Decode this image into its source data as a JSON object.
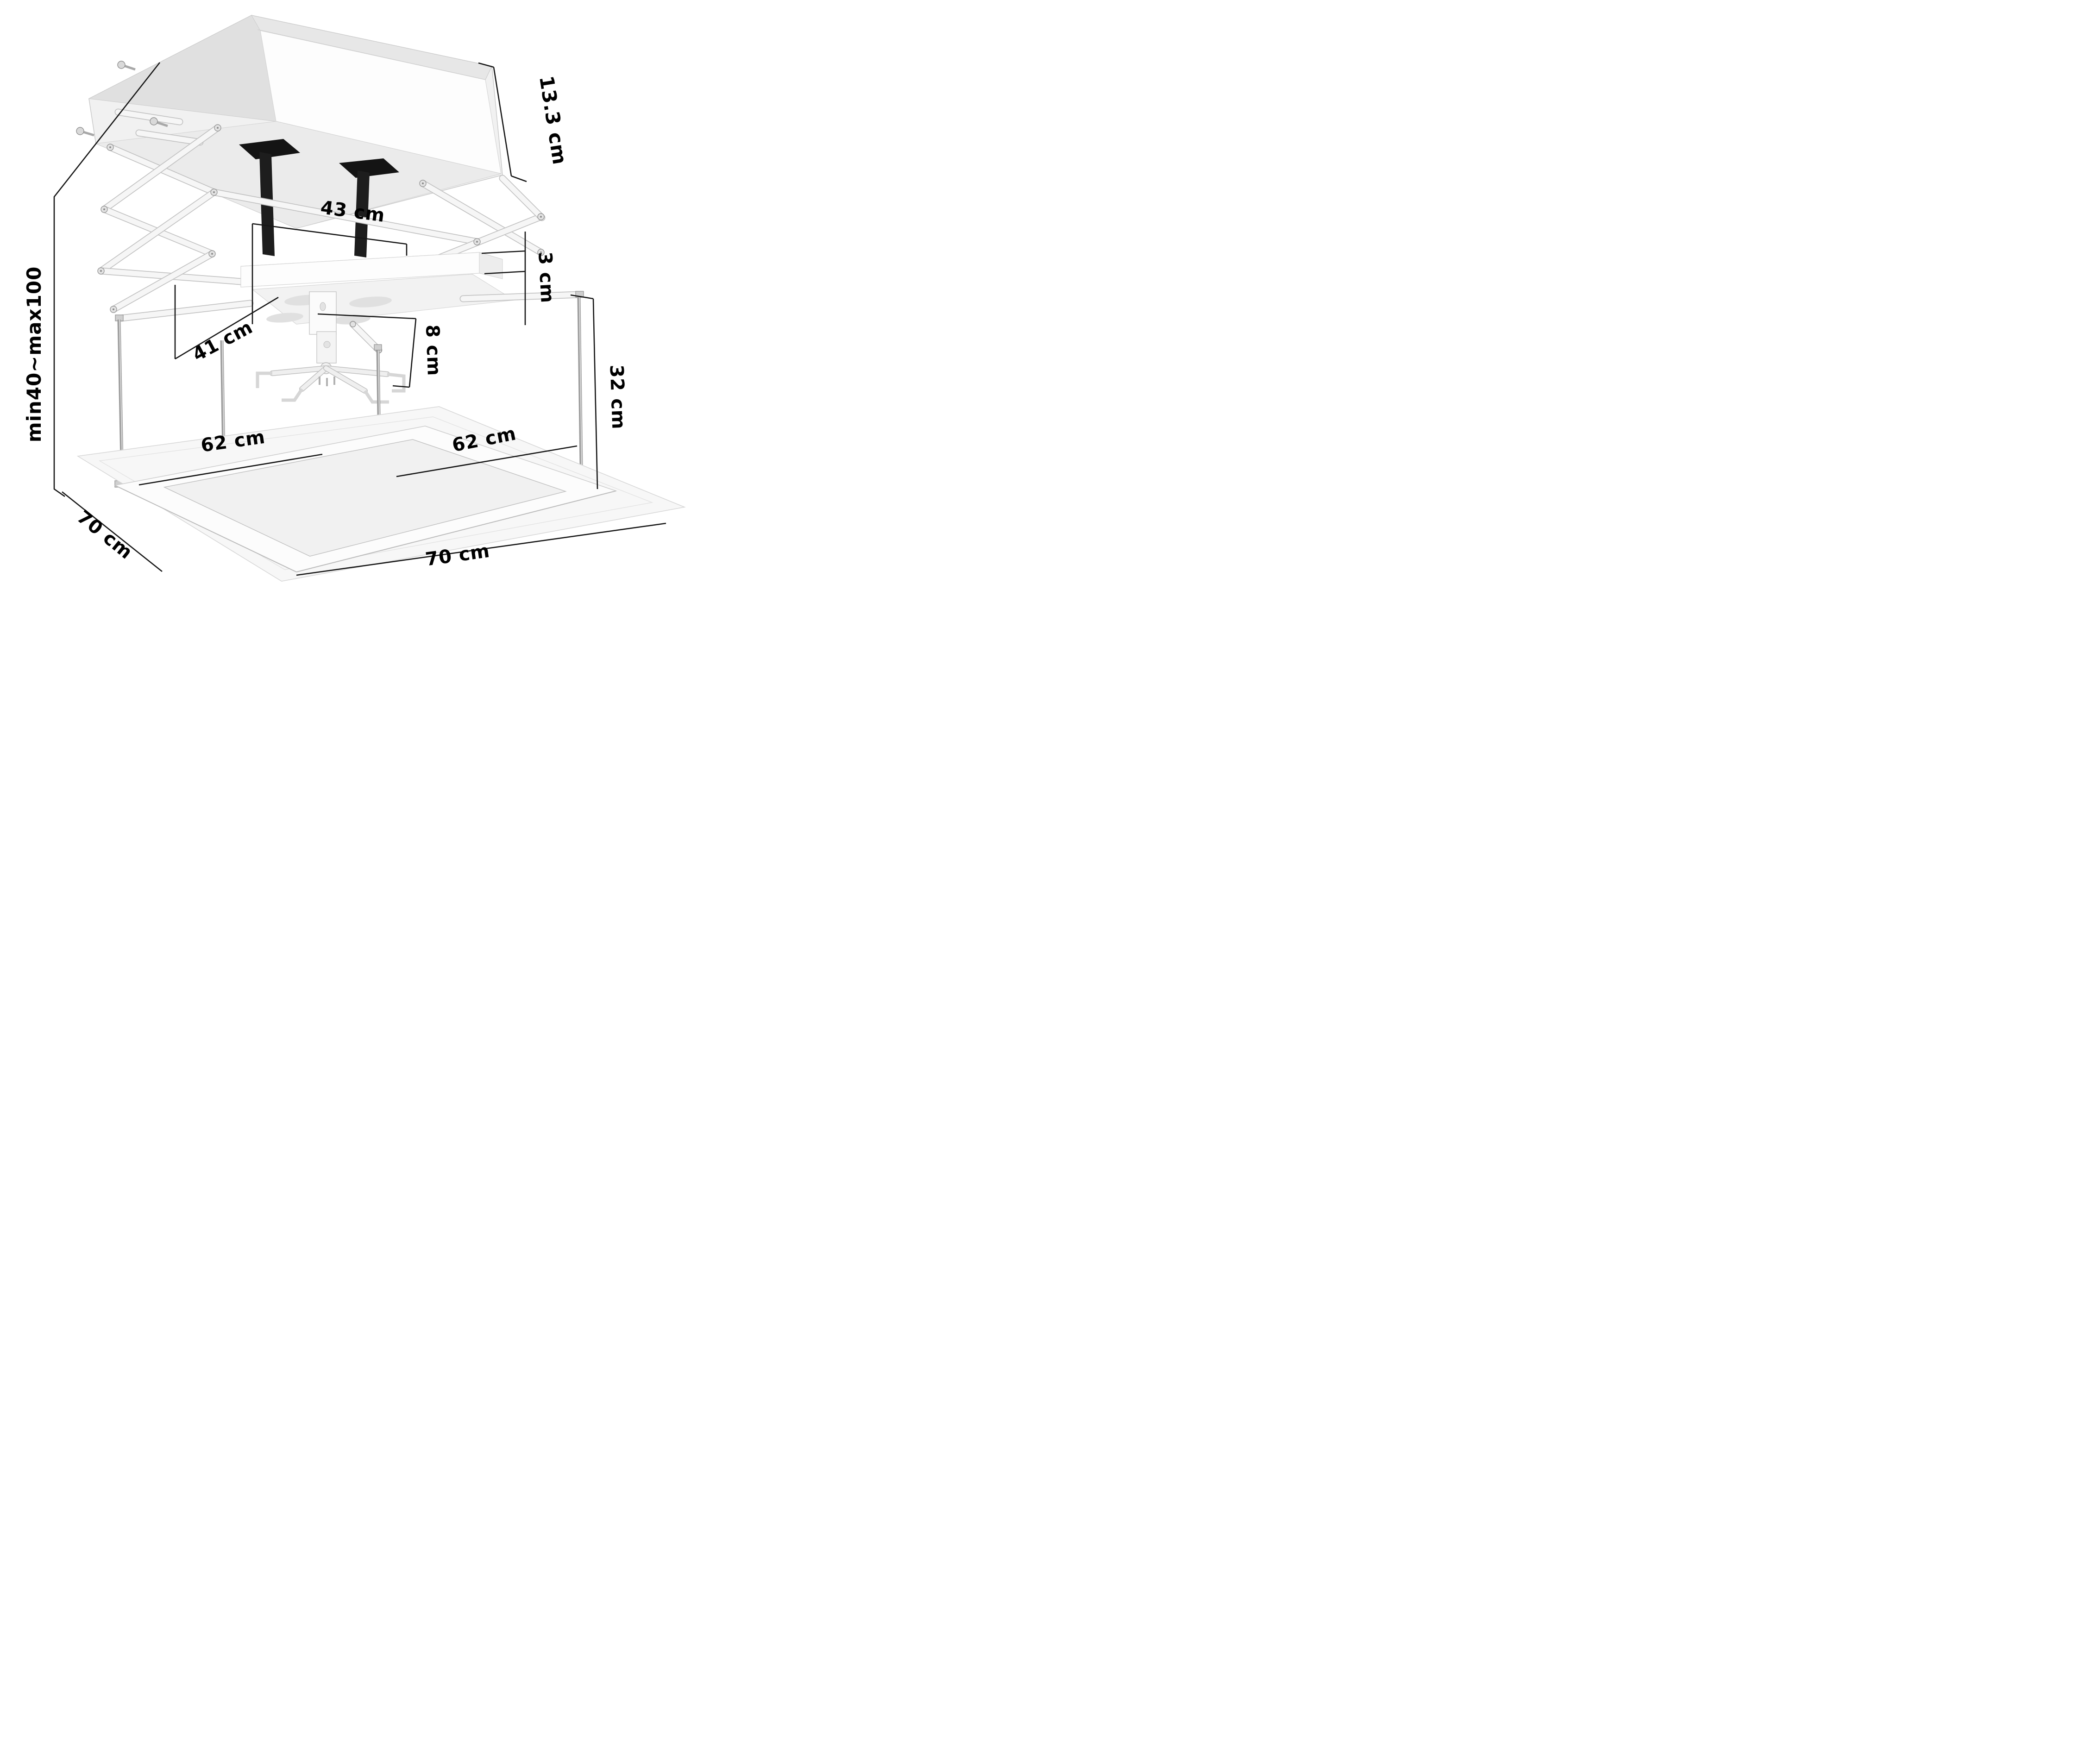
{
  "page": {
    "background": "#ffffff"
  },
  "diagram": {
    "kind": "product-dimension-diagram",
    "product": "motorized projector ceiling lift with scissor mechanism, projector mount and recessed ceiling frame",
    "unit": "cm",
    "colors": {
      "dimension_line": "#161616",
      "label_text": "#000000",
      "product_white": "#fbfbfb",
      "product_shadow": "#e6e6e6",
      "strap_black": "#1d1d1d",
      "rod_silver": "#9d9d9d",
      "background": "#ffffff"
    },
    "labels": {
      "housing_height": "13.3 cm",
      "platform_width": "43 cm",
      "platform_thickness": "3 cm",
      "mount_drop": "8 cm",
      "platform_depth": "41 cm",
      "drop_range": "min40~max100",
      "frame_height": "32 cm",
      "inner_frame_left": "62 cm",
      "inner_frame_right": "62 cm",
      "outer_frame_left": "70 cm",
      "outer_frame_bottom": "70 cm"
    },
    "values": {
      "housing_height_cm": 13.3,
      "platform_width_cm": 43,
      "platform_thickness_cm": 3,
      "mount_drop_cm": 8,
      "platform_depth_cm": 41,
      "drop_min_cm": 40,
      "drop_max_cm": 100,
      "frame_height_cm": 32,
      "inner_frame_cm": 62,
      "outer_frame_cm": 70
    }
  }
}
